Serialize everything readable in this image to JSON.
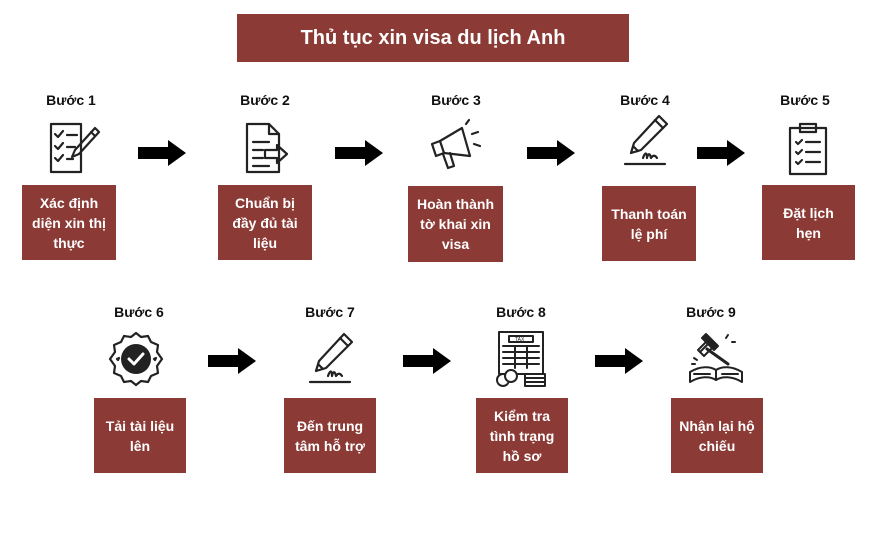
{
  "title": "Thủ tục xin visa du lịch Anh",
  "steps": [
    {
      "label": "Bước 1",
      "text": "Xác định diện xin thị thực",
      "icon": "checklist-pen-icon"
    },
    {
      "label": "Bước 2",
      "text": "Chuẩn bị đầy đủ tài liệu",
      "icon": "document-arrow-icon"
    },
    {
      "label": "Bước 3",
      "text": "Hoàn thành tờ khai xin visa",
      "icon": "megaphone-icon"
    },
    {
      "label": "Bước 4",
      "text": "Thanh toán lệ phí",
      "icon": "pen-signature-icon"
    },
    {
      "label": "Bước 5",
      "text": "Đặt lịch hẹn",
      "icon": "clipboard-icon"
    },
    {
      "label": "Bước 6",
      "text": "Tải tài liệu lên",
      "icon": "badge-check-icon"
    },
    {
      "label": "Bước 7",
      "text": "Đến trung tâm hỗ trợ",
      "icon": "pen-signature-icon"
    },
    {
      "label": "Bước 8",
      "text": "Kiểm tra tình trạng hồ sơ",
      "icon": "tax-document-icon"
    },
    {
      "label": "Bước 9",
      "text": "Nhận lại hộ chiếu",
      "icon": "gavel-book-icon"
    }
  ],
  "colors": {
    "box": "#8b3a35",
    "box_text": "#ffffff",
    "arrow": "#000000",
    "icon": "#222222"
  }
}
